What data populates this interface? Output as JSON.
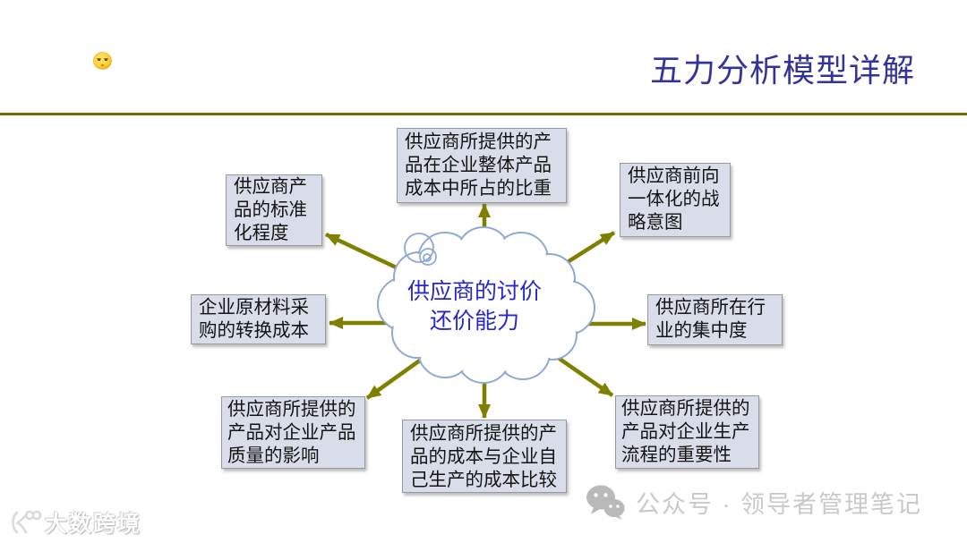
{
  "header": {
    "title": "五力分析模型详解",
    "emoji": "unamused-face"
  },
  "cloud": {
    "label": "供应商的讨价还价能力"
  },
  "factors": [
    {
      "position": "top-center",
      "label": "供应商所提供的产品在企业整体产品成本中所占的比重"
    },
    {
      "position": "top-right",
      "label": "供应商前向一体化的战略意图"
    },
    {
      "position": "left-upper",
      "label": "供应商产品的标准化程度"
    },
    {
      "position": "left-middle",
      "label": "企业原材料采购的转换成本"
    },
    {
      "position": "right-middle",
      "label": "供应商所在行业的集中度"
    },
    {
      "position": "bottom-left",
      "label": "供应商所提供的产品对企业产品质量的影响"
    },
    {
      "position": "bottom-center",
      "label": "供应商所提供的产品的成本与企业自己生产的成本比较"
    },
    {
      "position": "bottom-right",
      "label": "供应商所提供的产品对企业生产流程的重要性"
    }
  ],
  "watermarks": {
    "bottom_left_logo": "大数跨境",
    "bottom_right": "公众号 · 领导者管理笔记",
    "bottom_right_icon": "wechat"
  },
  "colors": {
    "accent_olive": "#7f7f00",
    "divider_olive": "#6f6f00",
    "box_fill": "#d9dde9",
    "box_border": "#98999c",
    "title_blue": "#333399",
    "cloud_text_blue": "#2727cc",
    "cloud_outline_blue": "#8ea9d4",
    "watermark_gray": "#c9c9c9"
  }
}
